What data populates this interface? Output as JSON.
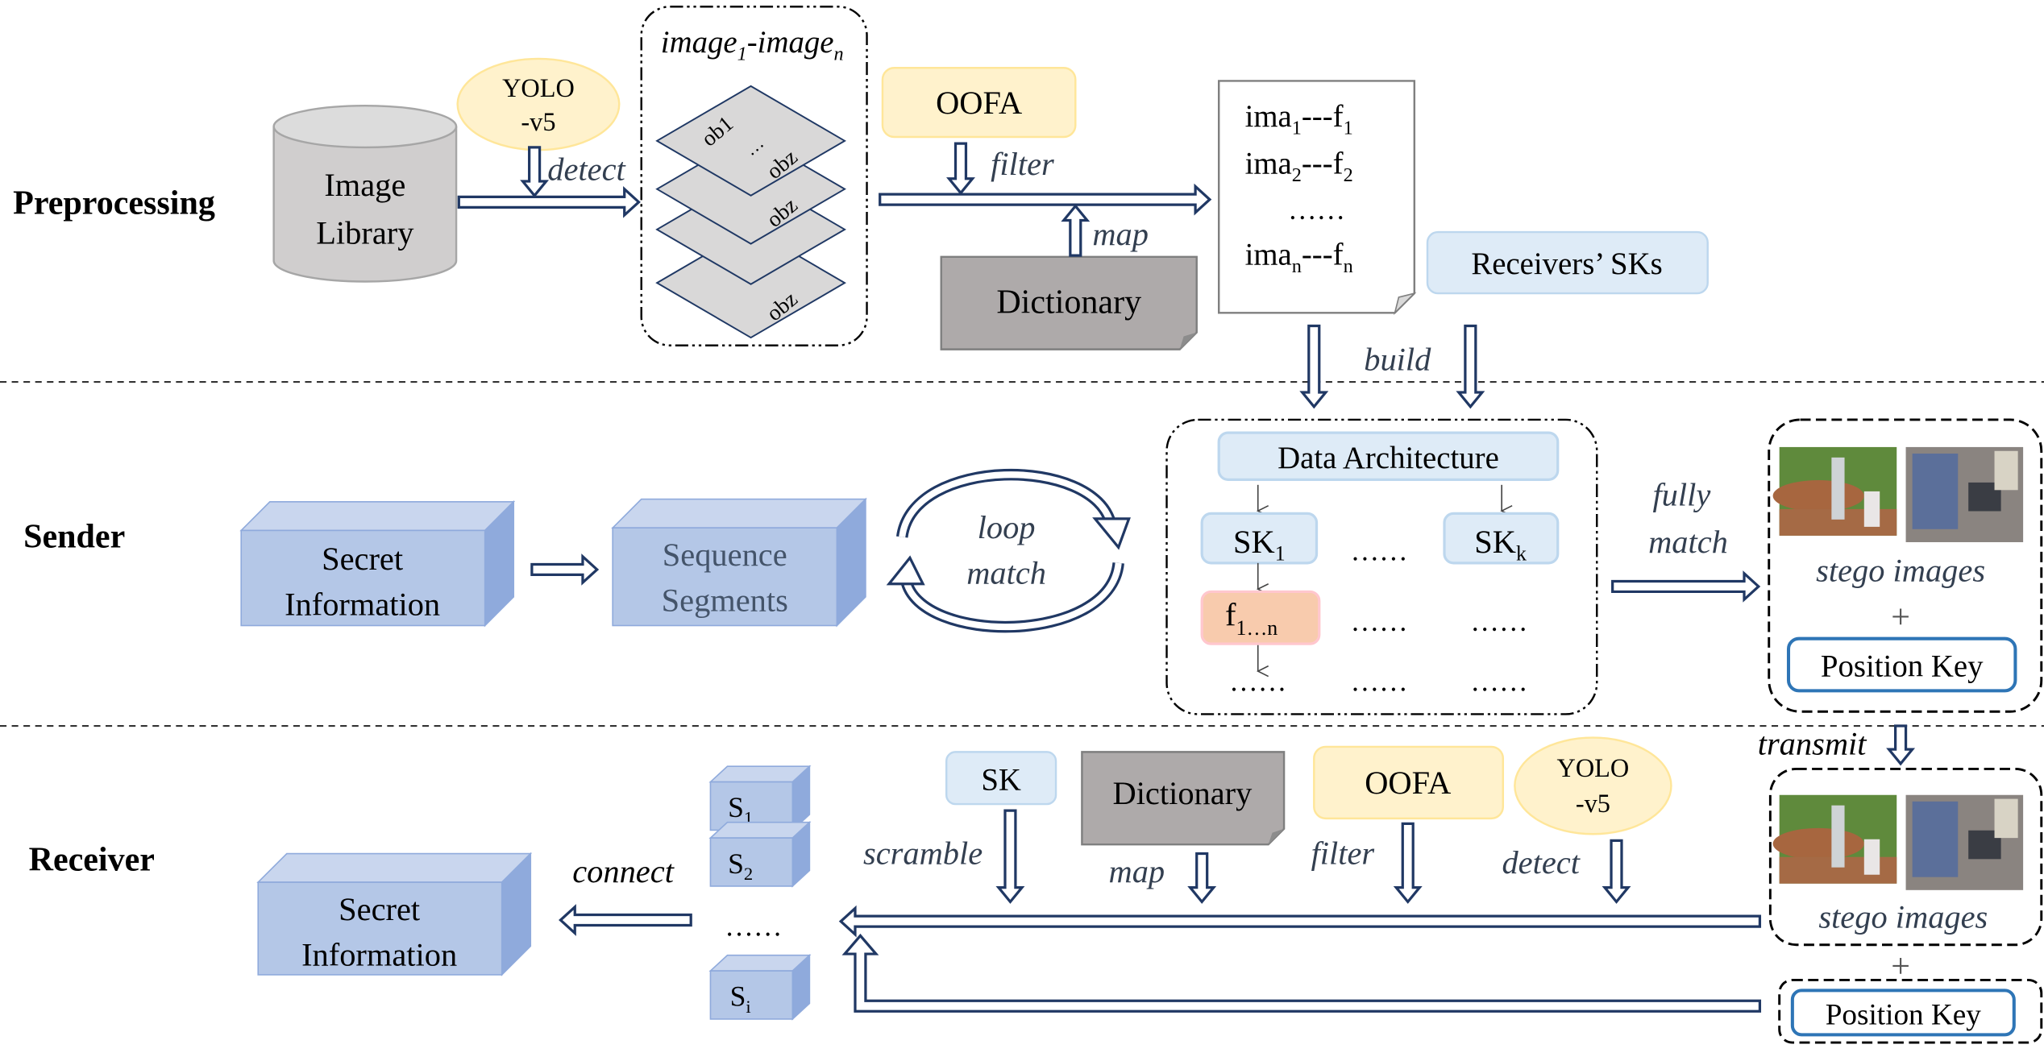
{
  "sections": {
    "preprocessing": "Preprocessing",
    "sender": "Sender",
    "receiver": "Receiver"
  },
  "preprocessing": {
    "image_library": [
      "Image",
      "Library"
    ],
    "yolo": [
      "YOLO",
      "-v5"
    ],
    "detect": "detect",
    "images_title": {
      "a": "image",
      "a_sub": "1",
      "b": "-image",
      "b_sub": "n"
    },
    "objects": {
      "first": "ob",
      "first_sub": "1",
      "ellipsis": "…",
      "last": "ob",
      "last_sub": "z"
    },
    "oofa": "OOFA",
    "filter": "filter",
    "map": "map",
    "dictionary": "Dictionary",
    "mapping_lines": [
      {
        "a": "ima",
        "a_sub": "1",
        "b": "---f",
        "b_sub": "1"
      },
      {
        "a": "ima",
        "a_sub": "2",
        "b": "---f",
        "b_sub": "2"
      },
      {
        "a": "……"
      },
      {
        "a": "ima",
        "a_sub": "n",
        "b": "---f",
        "b_sub": "n"
      }
    ],
    "receivers_sks": "Receivers’ SKs",
    "build": "build"
  },
  "sender": {
    "secret_information": [
      "Secret",
      "Information"
    ],
    "sequence_segments": [
      "Sequence",
      "Segments"
    ],
    "loop_match": [
      "loop",
      "match"
    ],
    "data_architecture": "Data Architecture",
    "sk1": {
      "a": "SK",
      "sub": "1"
    },
    "skk": {
      "a": "SK",
      "sub": "k"
    },
    "f": {
      "a": "f",
      "sub": "1…n"
    },
    "ellipsis": "……",
    "fully_match": [
      "fully",
      "match"
    ],
    "stego_images": "stego images",
    "plus": "+",
    "position_key": "Position Key"
  },
  "receiver": {
    "transmit": "transmit",
    "stego_images": "stego images",
    "plus": "+",
    "position_key": "Position Key",
    "sk": "SK",
    "dictionary": "Dictionary",
    "oofa": "OOFA",
    "yolo": [
      "YOLO",
      "-v5"
    ],
    "scramble": "scramble",
    "map": "map",
    "filter": "filter",
    "detect": "detect",
    "segments": [
      {
        "a": "S",
        "sub": "1"
      },
      {
        "a": "S",
        "sub": "2"
      },
      {
        "a": "S",
        "sub": "i"
      }
    ],
    "ellipsis": "……",
    "connect": "connect",
    "secret_information": [
      "Secret",
      "Information"
    ]
  },
  "colors": {
    "arrow": "#203864",
    "yellow_fill": "#fff2cc",
    "yellow_stroke": "#ffe699",
    "blue_fill": "#deebf7",
    "blue_stroke": "#bdd7ee",
    "cube_front": "#b4c7e7",
    "cube_side": "#8faadc",
    "dictionary_fill": "#aeaaaa",
    "f_fill": "#f8cbad",
    "position_key_stroke": "#2e75b6"
  }
}
